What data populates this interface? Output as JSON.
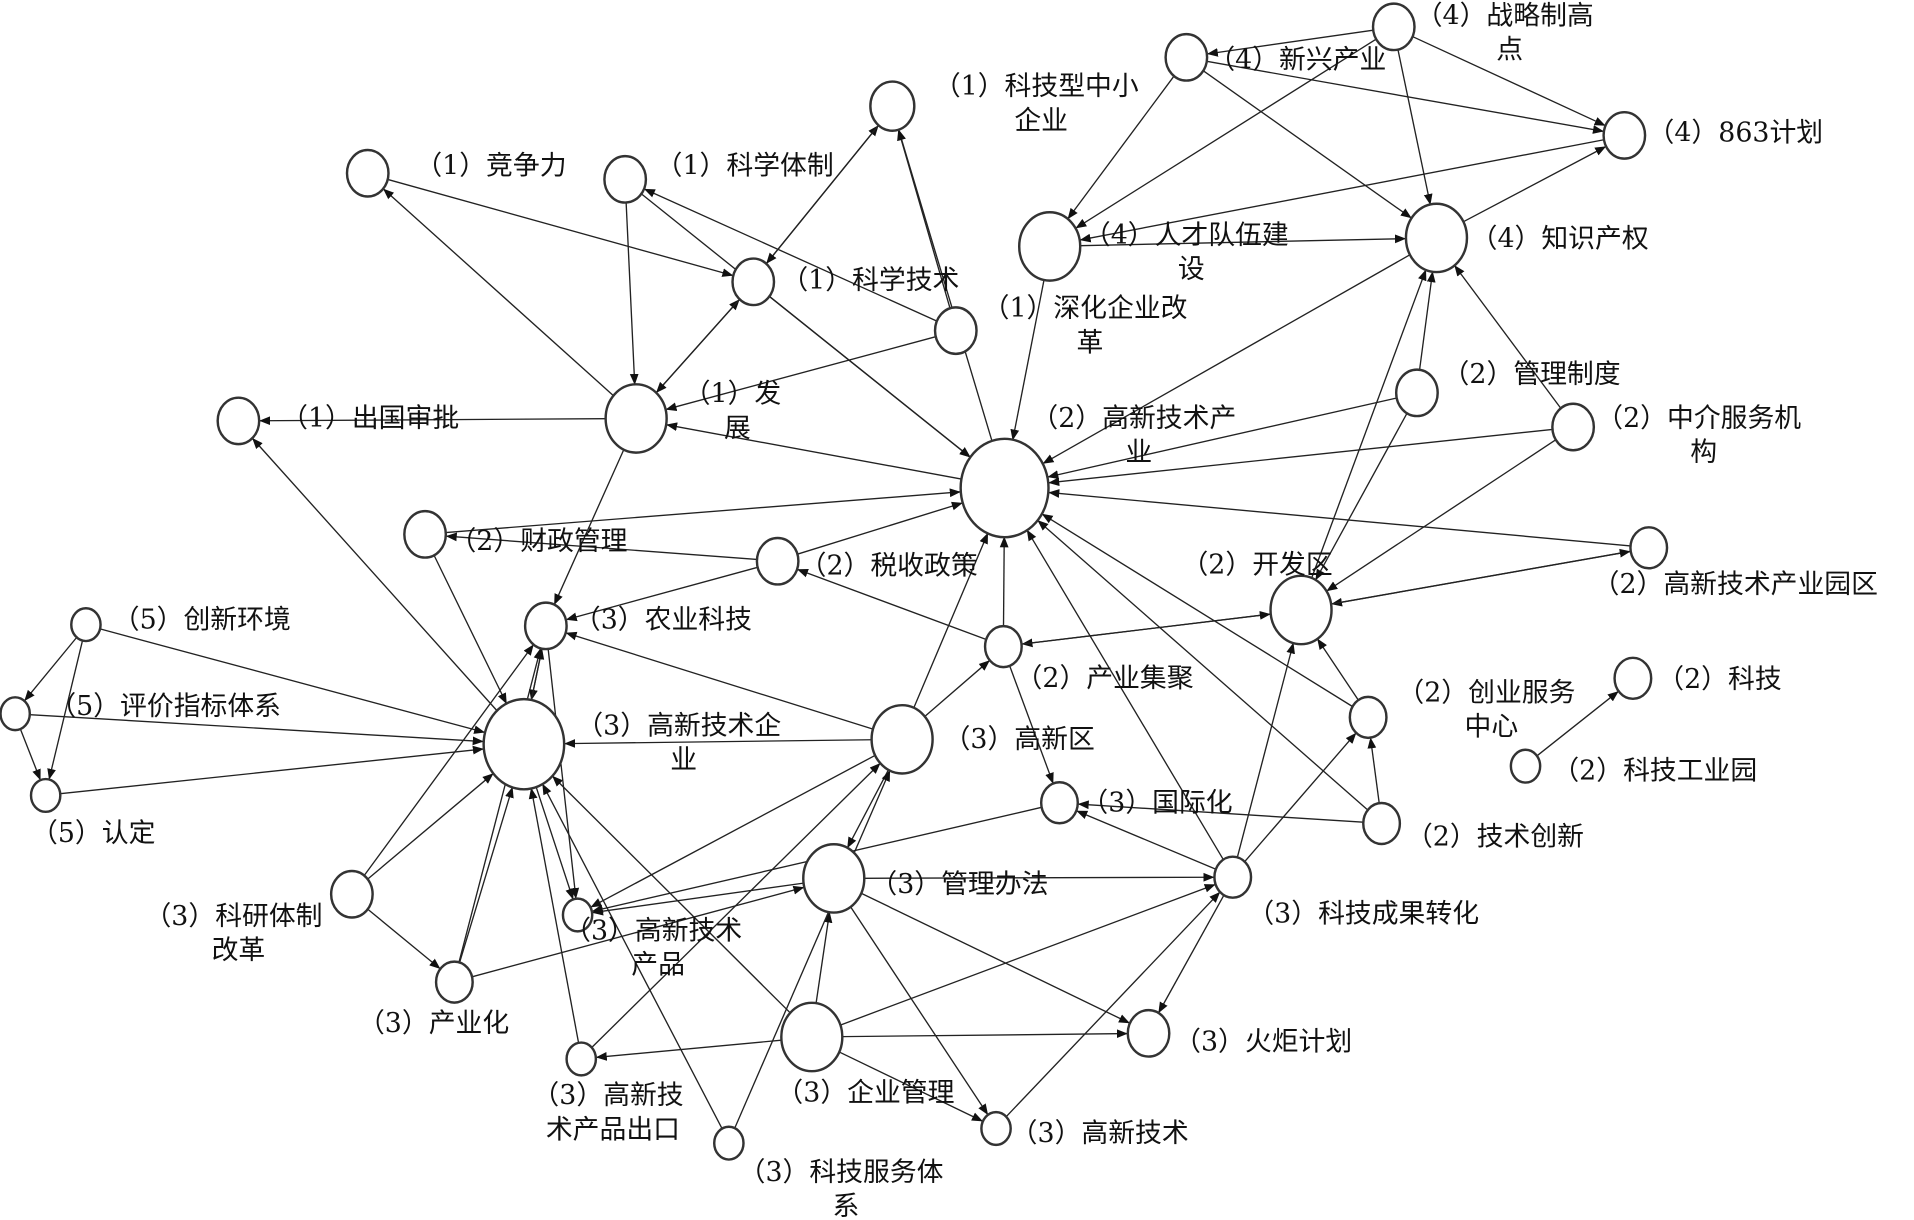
{
  "nodes": [
    {
      "id": 1,
      "lines": [
        "（1）科技型中小",
        "企业"
      ]
    },
    {
      "id": 2,
      "lines": [
        "（1）竞争力"
      ]
    },
    {
      "id": 3,
      "lines": [
        "（1）科学体制"
      ]
    },
    {
      "id": 4,
      "lines": [
        "（1）科学技术"
      ]
    },
    {
      "id": 5,
      "lines": [
        "（1）深化企业改",
        "革"
      ]
    },
    {
      "id": 6,
      "lines": [
        "（1）发",
        "展"
      ]
    },
    {
      "id": 7,
      "lines": [
        "（1）出国审批"
      ]
    },
    {
      "id": 8,
      "lines": [
        "（4）新兴产业"
      ]
    },
    {
      "id": 9,
      "lines": [
        "（4）战略制高",
        "点"
      ]
    },
    {
      "id": 10,
      "lines": [
        "（4）863计划"
      ]
    },
    {
      "id": 11,
      "lines": [
        "（4）人才队伍建",
        "设"
      ]
    },
    {
      "id": 12,
      "lines": [
        "（4）知识产权"
      ]
    },
    {
      "id": 13,
      "lines": [
        "（2）高新技术产",
        "业"
      ]
    },
    {
      "id": 14,
      "lines": [
        "（2）管理制度"
      ]
    },
    {
      "id": 15,
      "lines": [
        "（2）中介服务机",
        "构"
      ]
    },
    {
      "id": 16,
      "lines": [
        "（2）财政管理"
      ]
    },
    {
      "id": 17,
      "lines": [
        "（2）税收政策"
      ]
    },
    {
      "id": 18,
      "lines": [
        "（2）开发区"
      ]
    },
    {
      "id": 19,
      "lines": [
        "（2）高新技术产业园区"
      ]
    },
    {
      "id": 20,
      "lines": [
        "（3）农业科技"
      ]
    },
    {
      "id": 21,
      "lines": [
        "（5）创新环境"
      ]
    },
    {
      "id": 22,
      "lines": [
        "（5）评价指标体系"
      ]
    },
    {
      "id": 23,
      "lines": [
        "（5）认定"
      ]
    },
    {
      "id": 24,
      "lines": [
        "（3）高新技术企",
        "业"
      ]
    },
    {
      "id": 25,
      "lines": [
        "（2）产业集聚"
      ]
    },
    {
      "id": 26,
      "lines": [
        "（3）高新区"
      ]
    },
    {
      "id": 27,
      "lines": [
        "（2）科技"
      ]
    },
    {
      "id": 28,
      "lines": [
        "（2）创业服务",
        "中心"
      ]
    },
    {
      "id": 29,
      "lines": [
        "（2）科技工业园"
      ]
    },
    {
      "id": 30,
      "lines": [
        "（3）国际化"
      ]
    },
    {
      "id": 31,
      "lines": [
        "（2）技术创新"
      ]
    },
    {
      "id": 32,
      "lines": [
        "（3）管理办法"
      ]
    },
    {
      "id": 33,
      "lines": [
        "（3）科技成果转化"
      ]
    },
    {
      "id": 34,
      "lines": [
        "（3）科研体制",
        "改革"
      ]
    },
    {
      "id": 35,
      "lines": [
        "（3）高新技术",
        "产品"
      ]
    },
    {
      "id": 36,
      "lines": [
        "（3）产业化"
      ]
    },
    {
      "id": 37,
      "lines": [
        "（3）火炬计划"
      ]
    },
    {
      "id": 38,
      "lines": [
        "（3）企业管理"
      ]
    },
    {
      "id": 39,
      "lines": [
        "（3）高新技",
        "术产品出口"
      ]
    },
    {
      "id": 40,
      "lines": [
        "（3）高新技术"
      ]
    },
    {
      "id": 41,
      "lines": [
        "（3）科技服务体",
        "系"
      ]
    }
  ],
  "edges": [
    [
      2,
      4
    ],
    [
      6,
      2
    ],
    [
      3,
      6
    ],
    [
      5,
      3
    ],
    [
      4,
      1
    ],
    [
      1,
      4
    ],
    [
      6,
      4
    ],
    [
      4,
      6
    ],
    [
      5,
      6
    ],
    [
      5,
      1
    ],
    [
      13,
      1
    ],
    [
      3,
      13
    ],
    [
      6,
      7
    ],
    [
      24,
      7
    ],
    [
      13,
      6
    ],
    [
      11,
      13
    ],
    [
      11,
      12
    ],
    [
      12,
      10
    ],
    [
      9,
      8
    ],
    [
      9,
      10
    ],
    [
      9,
      12
    ],
    [
      8,
      10
    ],
    [
      8,
      11
    ],
    [
      8,
      12
    ],
    [
      10,
      11
    ],
    [
      9,
      11
    ],
    [
      12,
      13
    ],
    [
      14,
      12
    ],
    [
      15,
      12
    ],
    [
      14,
      13
    ],
    [
      15,
      13
    ],
    [
      14,
      18
    ],
    [
      15,
      18
    ],
    [
      18,
      12
    ],
    [
      16,
      13
    ],
    [
      17,
      16
    ],
    [
      16,
      24
    ],
    [
      17,
      13
    ],
    [
      17,
      20
    ],
    [
      25,
      17
    ],
    [
      19,
      13
    ],
    [
      19,
      18
    ],
    [
      18,
      19
    ],
    [
      25,
      13
    ],
    [
      18,
      25
    ],
    [
      25,
      18
    ],
    [
      25,
      30
    ],
    [
      26,
      25
    ],
    [
      26,
      24
    ],
    [
      26,
      13
    ],
    [
      26,
      20
    ],
    [
      26,
      32
    ],
    [
      26,
      35
    ],
    [
      29,
      27
    ],
    [
      28,
      18
    ],
    [
      31,
      28
    ],
    [
      33,
      28
    ],
    [
      31,
      30
    ],
    [
      33,
      30
    ],
    [
      31,
      13
    ],
    [
      28,
      13
    ],
    [
      33,
      13
    ],
    [
      33,
      18
    ],
    [
      32,
      33
    ],
    [
      32,
      37
    ],
    [
      32,
      40
    ],
    [
      32,
      35
    ],
    [
      36,
      32
    ],
    [
      38,
      32
    ],
    [
      38,
      33
    ],
    [
      38,
      37
    ],
    [
      38,
      40
    ],
    [
      38,
      39
    ],
    [
      38,
      24
    ],
    [
      40,
      33
    ],
    [
      33,
      37
    ],
    [
      39,
      24
    ],
    [
      39,
      26
    ],
    [
      41,
      26
    ],
    [
      41,
      24
    ],
    [
      34,
      20
    ],
    [
      34,
      24
    ],
    [
      34,
      36
    ],
    [
      36,
      24
    ],
    [
      36,
      20
    ],
    [
      20,
      24
    ],
    [
      24,
      20
    ],
    [
      20,
      35
    ],
    [
      24,
      35
    ],
    [
      6,
      20
    ],
    [
      21,
      22
    ],
    [
      21,
      23
    ],
    [
      21,
      24
    ],
    [
      22,
      23
    ],
    [
      22,
      24
    ],
    [
      23,
      24
    ],
    [
      30,
      35
    ],
    [
      4,
      13
    ]
  ]
}
